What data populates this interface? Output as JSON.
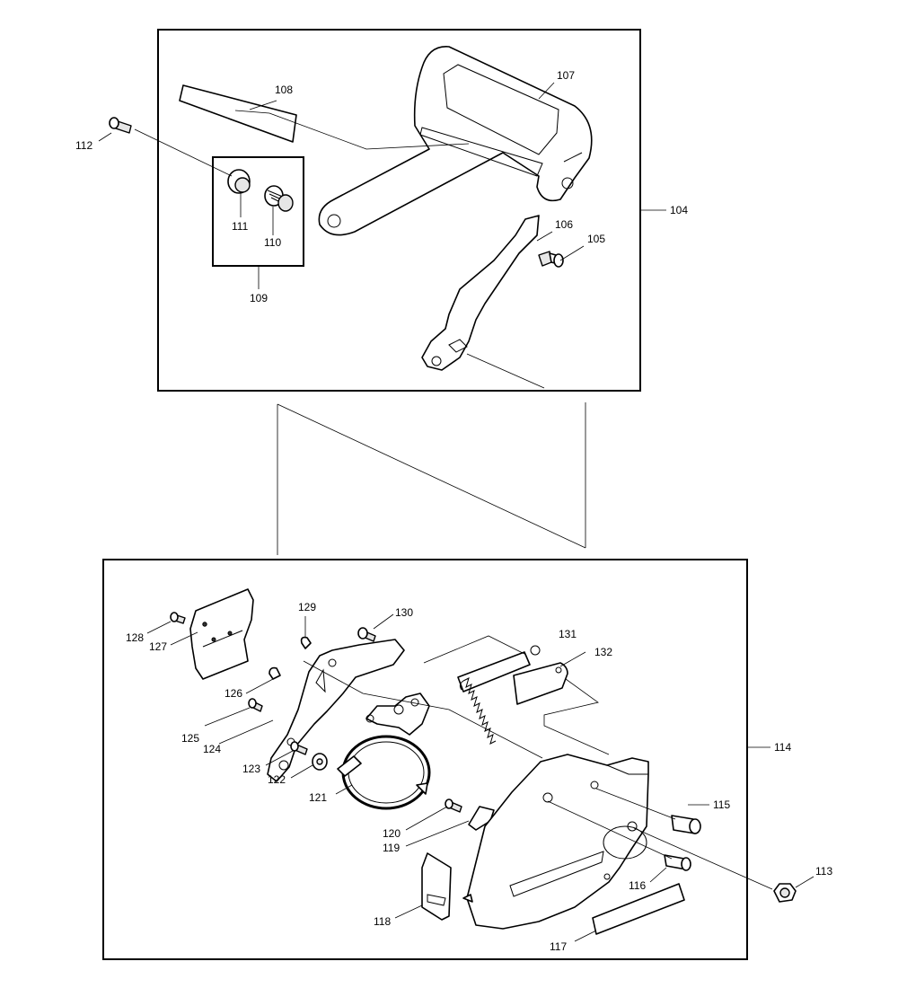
{
  "labels": {
    "p104": "104",
    "p105": "105",
    "p106": "106",
    "p107": "107",
    "p108": "108",
    "p109": "109",
    "p110": "110",
    "p111": "111",
    "p112": "112",
    "p113": "113",
    "p114": "114",
    "p115": "115",
    "p116": "116",
    "p117": "117",
    "p118": "118",
    "p119": "119",
    "p120": "120",
    "p121": "121",
    "p122": "122",
    "p123": "123",
    "p124": "124",
    "p125": "125",
    "p126": "126",
    "p127": "127",
    "p128": "128",
    "p129": "129",
    "p130": "130",
    "p131": "131",
    "p132": "132"
  }
}
